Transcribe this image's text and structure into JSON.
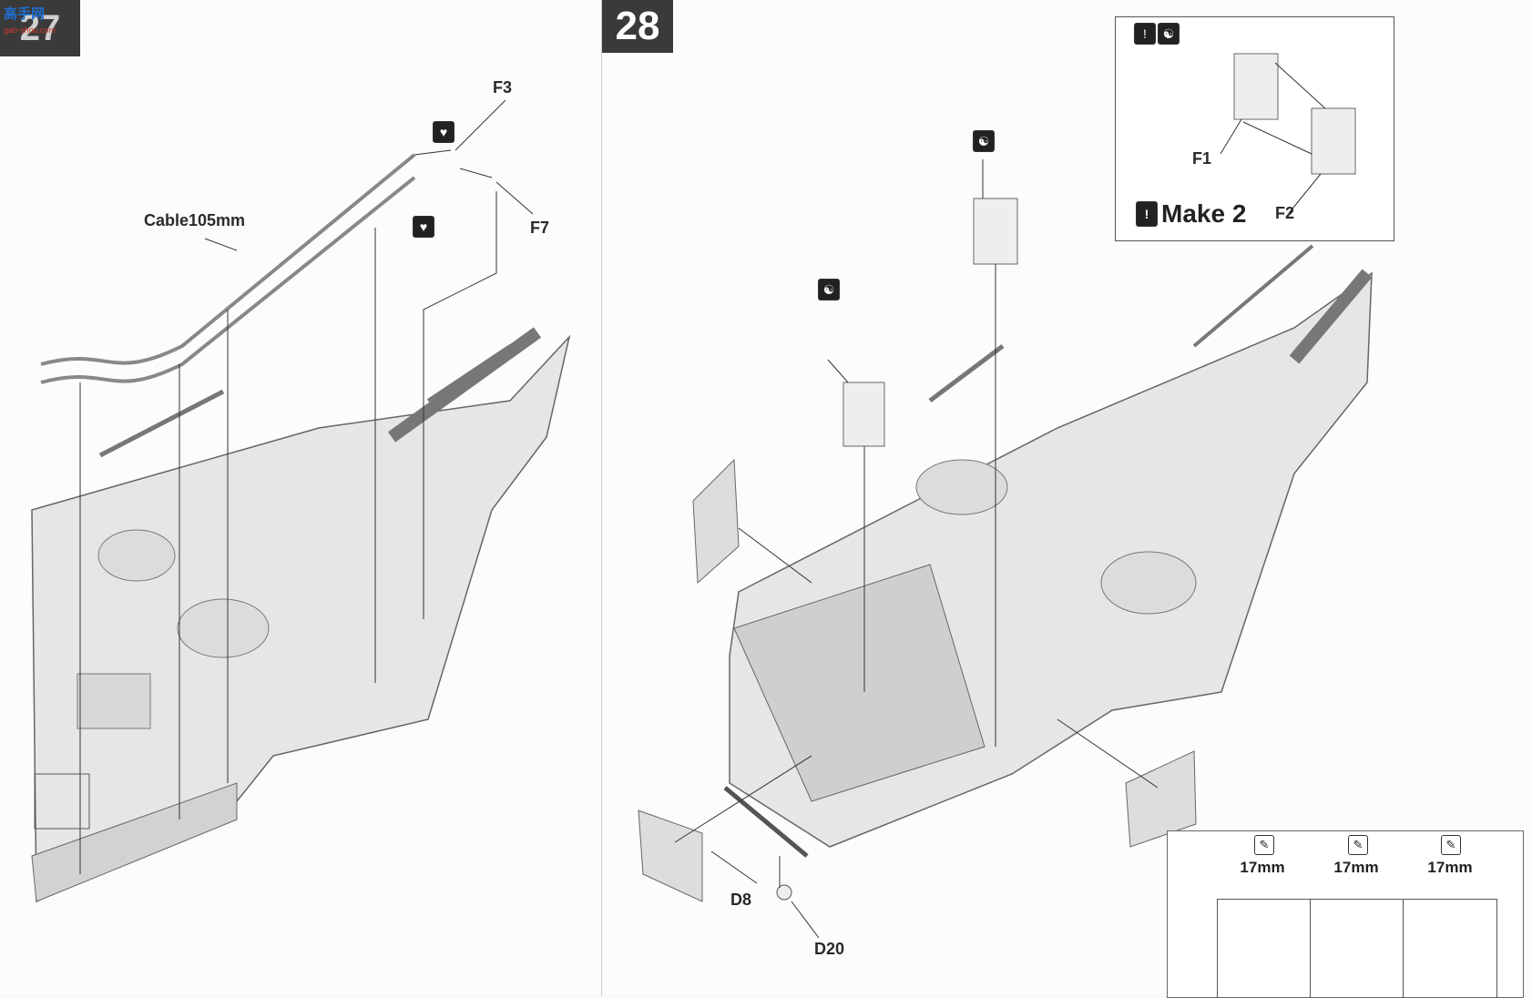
{
  "left_page": {
    "step_number": "27",
    "watermark": "高手网",
    "watermark_sub": "gao-shou.com",
    "labels": {
      "f3": "F3",
      "f7": "F7",
      "cable": "Cable105mm"
    },
    "icons": [
      "broken-heart-icon",
      "broken-heart-icon"
    ]
  },
  "right_page": {
    "step_number": "28",
    "inset": {
      "icons": [
        "exclamation-icon",
        "yin-yang-icon"
      ],
      "f1": "F1",
      "f2": "F2",
      "make_text": "Make 2"
    },
    "labels": {
      "d8": "D8",
      "d20": "D20"
    },
    "measure_table": {
      "cells": [
        "17mm",
        "17mm",
        "17mm"
      ]
    }
  }
}
